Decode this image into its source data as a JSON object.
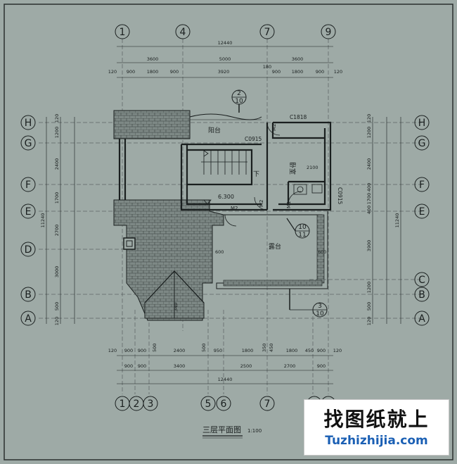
{
  "drawing": {
    "title": "三层平面图",
    "scale": "1:100",
    "axes_top": [
      "1",
      "4",
      "7",
      "9"
    ],
    "axes_bottom": [
      "1",
      "2",
      "3",
      "5",
      "6",
      "7",
      "8",
      "9"
    ],
    "axes_left": [
      "H",
      "G",
      "F",
      "E",
      "D",
      "B",
      "A"
    ],
    "axes_right": [
      "H",
      "G",
      "F",
      "E",
      "C",
      "B",
      "A"
    ],
    "dims_top_total": "12440",
    "dims_top_row1": [
      "3600",
      "5000",
      "3600"
    ],
    "dims_top_row2": [
      "120",
      "900",
      "1800",
      "900",
      "3920",
      "180",
      "900",
      "1800",
      "900",
      "120"
    ],
    "dims_bottom_row1": [
      "120",
      "900",
      "900",
      "500",
      "2400",
      "500",
      "950",
      "1800",
      "350",
      "450",
      "1800",
      "450",
      "900",
      "120"
    ],
    "dims_bottom_row2": [
      "900",
      "900",
      "3400",
      "2500",
      "2700",
      "900"
    ],
    "dims_bottom_total": "12440",
    "dims_left_inner": [
      "120",
      "1200",
      "2400",
      "1700",
      "2700",
      "3000",
      "500",
      "120"
    ],
    "dims_left_total": "11240",
    "dims_right_inner": [
      "120",
      "1200",
      "2400",
      "400",
      "1700",
      "400",
      "3900",
      "1200",
      "500",
      "120"
    ],
    "dims_right_total": "11240",
    "rooms": {
      "balcony": "阳台",
      "bedroom": "卧室",
      "terrace": "露台",
      "down": "下",
      "level": "6.300"
    },
    "tags": {
      "window_c1818": "C1818",
      "window_c0915_a": "C0915",
      "window_c0915_b": "C0915",
      "door_m2_a": "M2",
      "door_m2_b": "M2",
      "door_m2_c": "M2",
      "door_m1": "M1",
      "dim_2100": "2100",
      "dim_600_a": "600",
      "dim_600_b": "600",
      "dim_340": "340"
    },
    "section_marks": [
      {
        "num": "2",
        "den": "10"
      },
      {
        "num": "10",
        "den": "11"
      },
      {
        "num": "3",
        "den": "10"
      }
    ]
  },
  "watermark": {
    "cn": "找图纸就上",
    "en": "Tuzhizhijia.com"
  },
  "colors": {
    "background": "#9eaaa6",
    "ink": "#1a1f1f",
    "roof": "#6f7a77"
  }
}
